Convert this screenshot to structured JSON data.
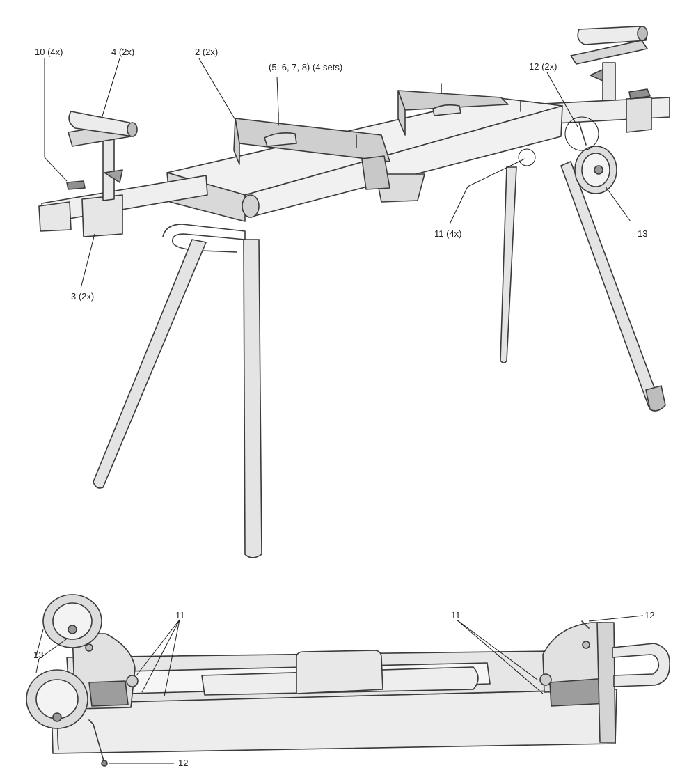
{
  "labels": {
    "l10": "10 (4x)",
    "l4": "4 (2x)",
    "l2": "2 (2x)",
    "l5678": "(5, 6, 7, 8) (4 sets)",
    "l12top": "12 (2x)",
    "l11top": "11 (4x)",
    "l13top": "13",
    "l3": "3 (2x)",
    "l11a": "11",
    "l11b": "11",
    "l12r": "12",
    "l13b": "13",
    "l12b": "12"
  },
  "colors": {
    "outline": "#3a3a3a",
    "light": "#f1f1f1",
    "mid": "#d9d9d9",
    "dark": "#a9a9a9"
  }
}
